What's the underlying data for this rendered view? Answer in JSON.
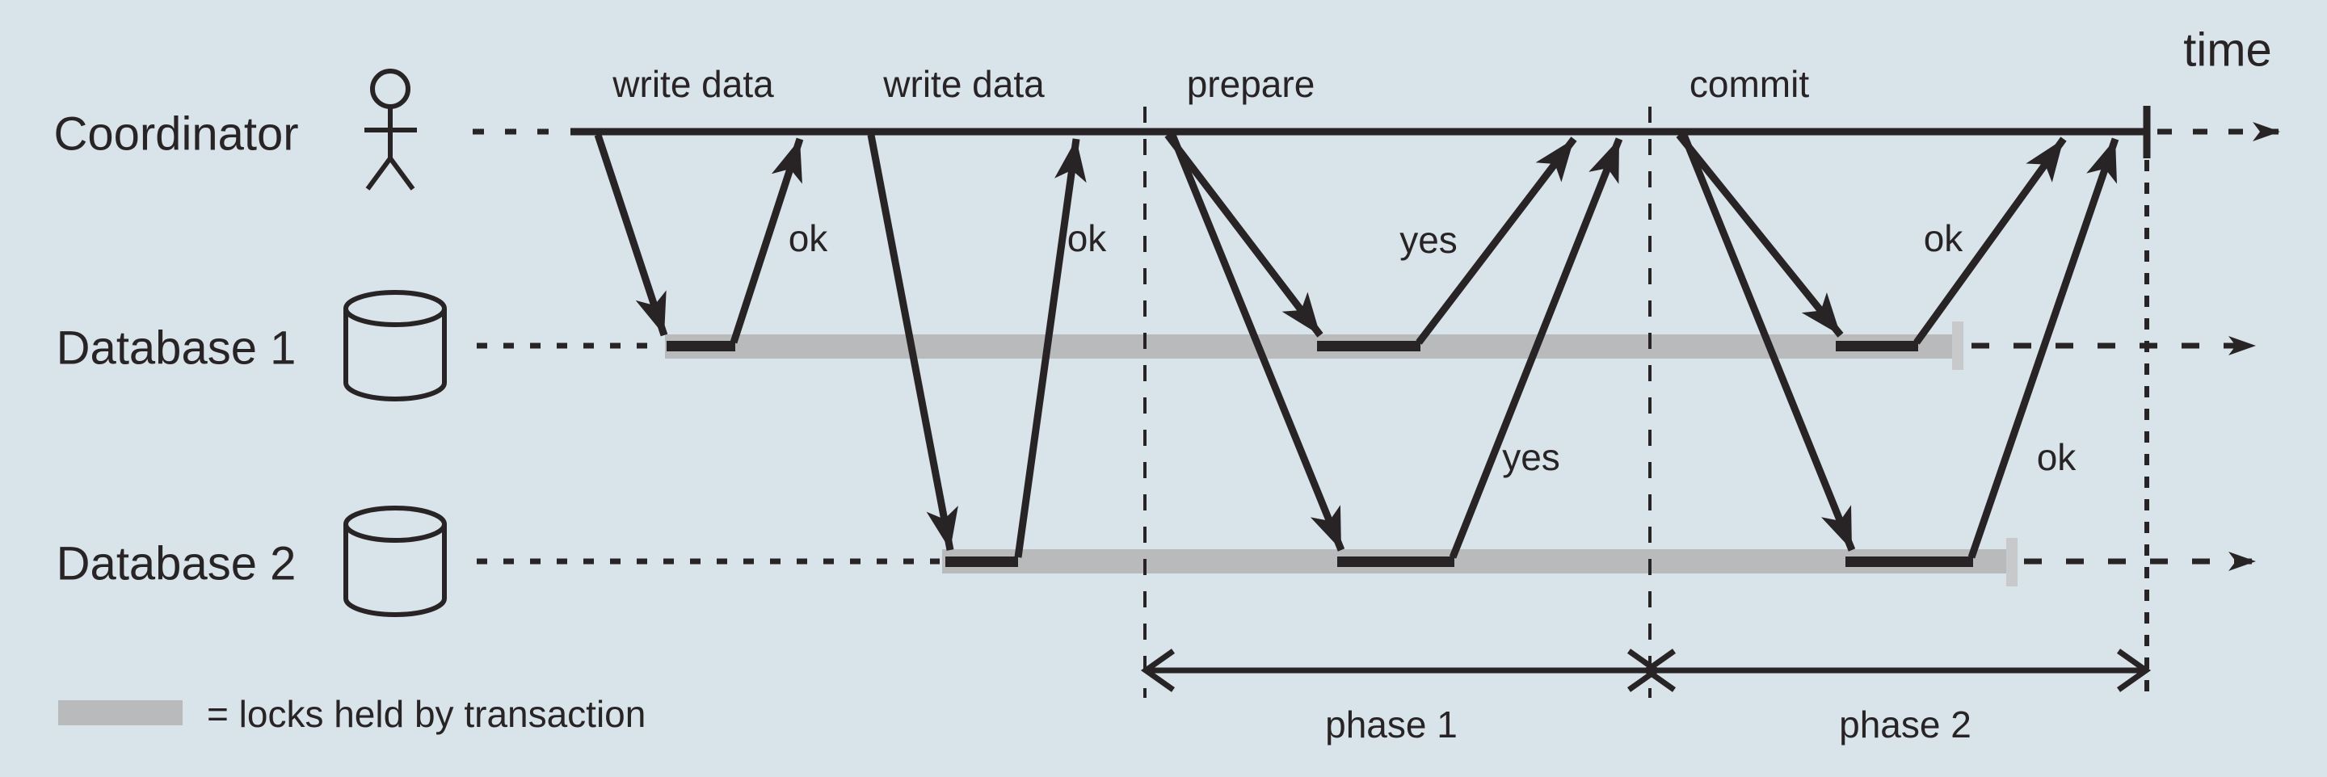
{
  "colors": {
    "background": "#d8e4ea",
    "ink": "#282425",
    "lock_bar": "#b9babc",
    "lock_bar_cap": "#c7c9ca"
  },
  "axis": {
    "time_label": "time"
  },
  "lanes": {
    "coordinator": {
      "label": "Coordinator",
      "icon": "person-icon"
    },
    "database1": {
      "label": "Database 1",
      "icon": "database-cylinder-icon"
    },
    "database2": {
      "label": "Database 2",
      "icon": "database-cylinder-icon"
    }
  },
  "messages": {
    "write_data_1": "write data",
    "write_data_2": "write data",
    "prepare": "prepare",
    "commit": "commit",
    "ok_write_db1": "ok",
    "ok_write_db2": "ok",
    "yes_prepare_db1": "yes",
    "yes_prepare_db2": "yes",
    "ok_commit_db1": "ok",
    "ok_commit_db2": "ok"
  },
  "phases": {
    "phase1_label": "phase 1",
    "phase2_label": "phase 2"
  },
  "legend": {
    "label": "= locks held by transaction"
  }
}
